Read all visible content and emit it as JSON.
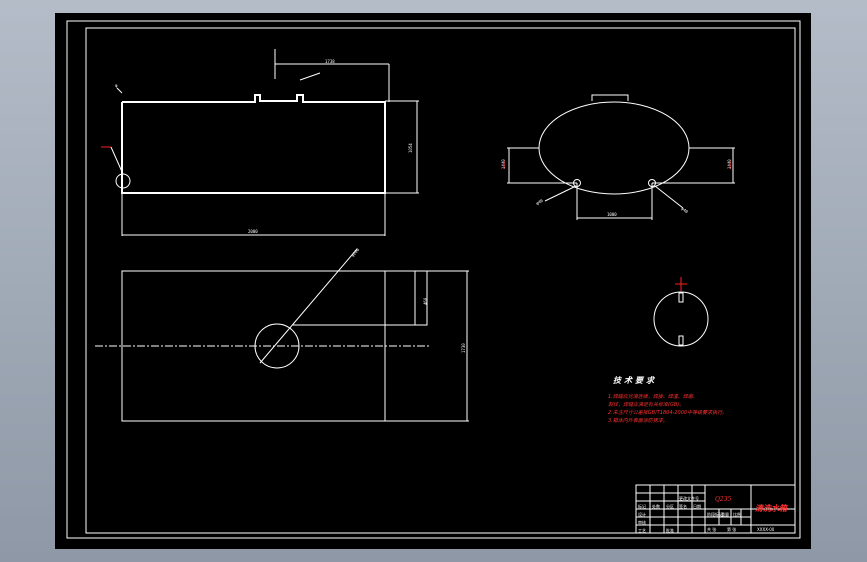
{
  "dimensions": {
    "front_top_width": "1738",
    "front_height": "1054",
    "front_bottom_width": "2000",
    "plan_hole_dia": "φ200",
    "plan_offset": "460",
    "plan_width": "1730",
    "side_left": "1440",
    "side_right": "1440",
    "side_bottom": "1000",
    "side_hole_left": "φ40",
    "side_hole_right": "φ40",
    "front_leader": "φ"
  },
  "notes": {
    "title": "技术要求",
    "lines": [
      "1.焊缝应光滑连续，焊接、焊渣、焊瘤、",
      "  裂纹，焊缝应满足有关标准(GB)。",
      "2.未注尺寸公差按GB/T1804-2000中等级要求执行。",
      "3.箱体内外表面涂防锈漆。"
    ]
  },
  "title_block": {
    "material": "Q235",
    "part_name": "清洗水箱",
    "drawing_no": "XXXX-00",
    "rows": [
      "设计",
      "审核",
      "工艺",
      "批准"
    ],
    "labels": [
      "标记",
      "处数",
      "分区",
      "更改文件号",
      "签名",
      "日期"
    ],
    "extra": [
      "阶段标记",
      "重量",
      "比例",
      "共 张",
      "第 张"
    ]
  }
}
